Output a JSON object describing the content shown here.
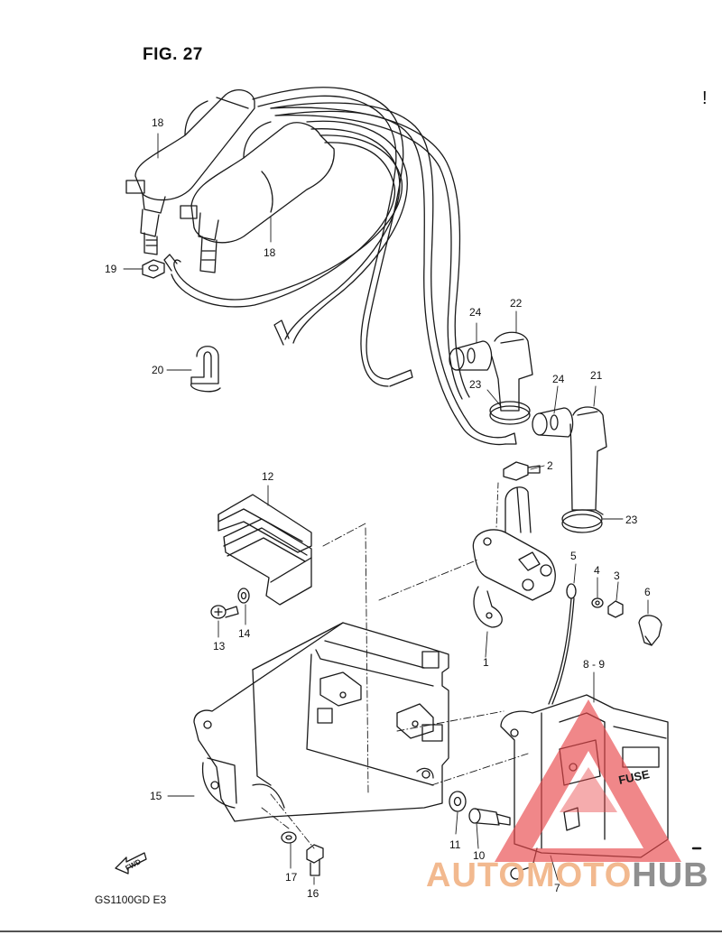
{
  "figure": {
    "title": "FIG. 27",
    "model": "GS1100GD E3",
    "mark": "!"
  },
  "callouts": [
    {
      "id": "18a",
      "text": "18"
    },
    {
      "id": "18b",
      "text": "18"
    },
    {
      "id": "19",
      "text": "19"
    },
    {
      "id": "20",
      "text": "20"
    },
    {
      "id": "24a",
      "text": "24"
    },
    {
      "id": "22",
      "text": "22"
    },
    {
      "id": "23a",
      "text": "23"
    },
    {
      "id": "24b",
      "text": "24"
    },
    {
      "id": "21",
      "text": "21"
    },
    {
      "id": "2",
      "text": "2"
    },
    {
      "id": "23b",
      "text": "23"
    },
    {
      "id": "12",
      "text": "12"
    },
    {
      "id": "5",
      "text": "5"
    },
    {
      "id": "4",
      "text": "4"
    },
    {
      "id": "3",
      "text": "3"
    },
    {
      "id": "6",
      "text": "6"
    },
    {
      "id": "13",
      "text": "13"
    },
    {
      "id": "14",
      "text": "14"
    },
    {
      "id": "1",
      "text": "1"
    },
    {
      "id": "89",
      "text": "8 - 9"
    },
    {
      "id": "15",
      "text": "15"
    },
    {
      "id": "11",
      "text": "11"
    },
    {
      "id": "10",
      "text": "10"
    },
    {
      "id": "7",
      "text": "7"
    },
    {
      "id": "17",
      "text": "17"
    },
    {
      "id": "16",
      "text": "16"
    }
  ],
  "part_labels": {
    "fuse": "FUSE",
    "fwd": "FWD"
  },
  "watermark": {
    "part1": "AUTOMOTO",
    "part2": "HUB",
    "color_primary": "#e8474a",
    "color_secondary": "#8f8f8f"
  }
}
